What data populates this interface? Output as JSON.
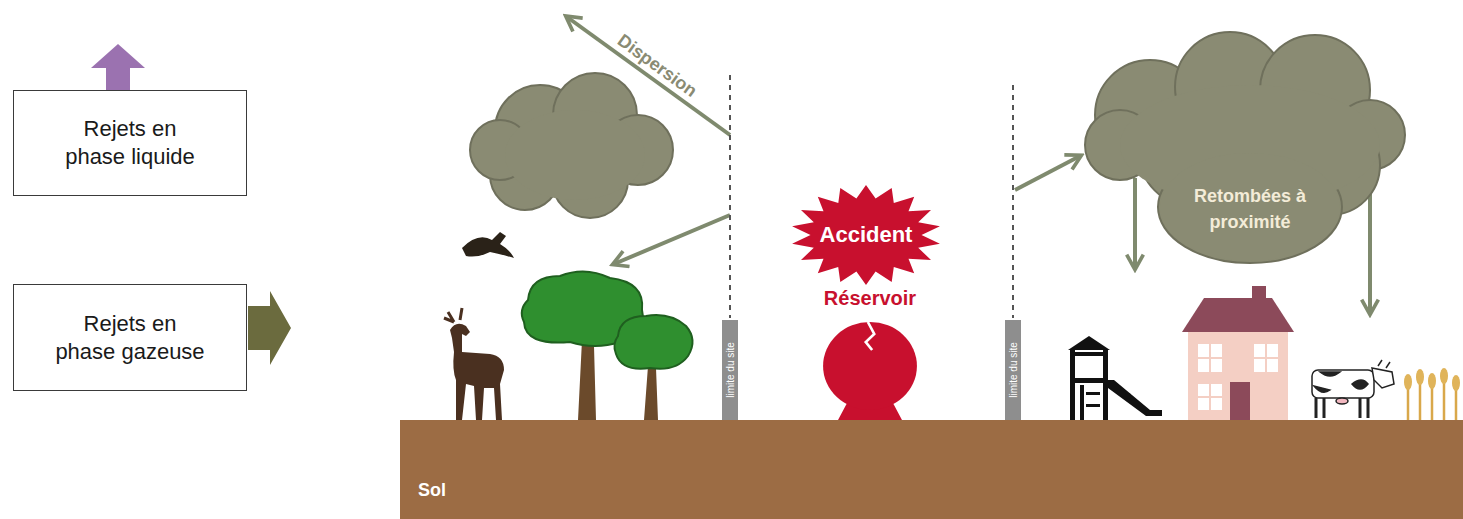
{
  "diagram": {
    "nodes": [
      {
        "text": [
          "Accident"
        ]
      },
      {
        "text": [
          "Réservoir"
        ]
      },
      {
        "text": [
          "limite du site"
        ]
      },
      {
        "text": [
          "limite du site"
        ]
      },
      {
        "text": [
          "Retombées à proximité"
        ]
      },
      {
        "text": [
          "Sol"
        ]
      }
    ],
    "labels": [
      "Dispersion"
    ],
    "legend": [
      {
        "text": "Rejets en phase liquide"
      },
      {
        "text": "Rejets en phase gazeuse"
      }
    ]
  }
}
